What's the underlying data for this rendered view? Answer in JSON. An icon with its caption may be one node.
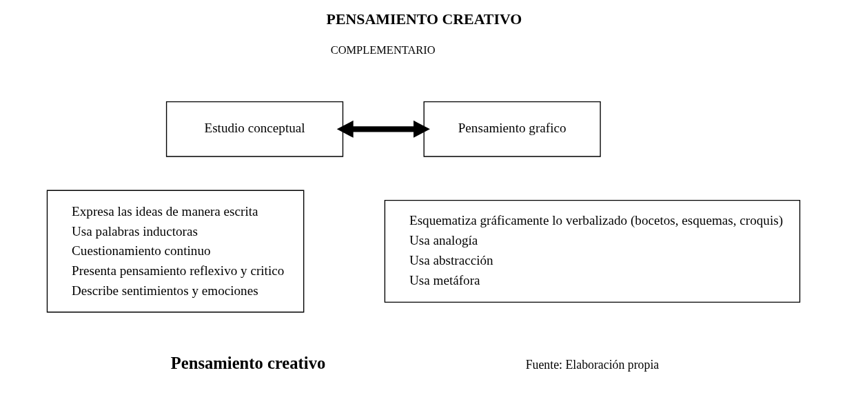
{
  "diagram": {
    "title": "PENSAMIENTO CREATIVO",
    "caption": "Pensamiento creativo",
    "nodes": [
      {
        "text": [
          "Estudio conceptual"
        ]
      },
      {
        "text": [
          "Pensamiento grafico"
        ]
      },
      {
        "text": [
          "Expresa las ideas de manera escrita",
          "Usa palabras inductoras",
          "Cuestionamiento continuo",
          "Presenta pensamiento reflexivo y critico",
          "Describe sentimientos y emociones"
        ]
      },
      {
        "text": [
          "Esquematiza gráficamente lo verbalizado (bocetos, esquemas, croquis)",
          "Usa analogía",
          "Usa abstracción",
          "Usa metáfora"
        ]
      }
    ],
    "edges": [
      {
        "from": 0,
        "to": 1,
        "arrow": "both"
      }
    ],
    "labels": [
      "COMPLEMENTARIO",
      "Fuente: Elaboración propia"
    ]
  }
}
